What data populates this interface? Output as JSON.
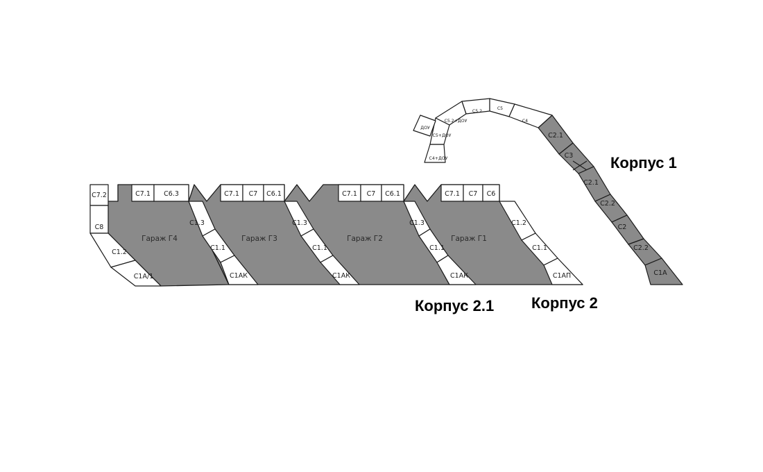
{
  "garages": {
    "g4": "Гараж Г4",
    "g3": "Гараж Г3",
    "g2": "Гараж Г2",
    "g1": "Гараж Г1"
  },
  "buildings": {
    "k1": "Корпус 1",
    "k21": "Корпус 2.1",
    "k2": "Корпус 2"
  },
  "sections": {
    "g4_top": [
      "С7.2",
      "С7.1",
      "С6.3"
    ],
    "g4_left": [
      "С8",
      "С1.2",
      "С1А/1"
    ],
    "g3_top": [
      "С7.1",
      "С7",
      "С6.1"
    ],
    "g3_diag": [
      "С1.3",
      "С1.1",
      "С1АК"
    ],
    "g2_top": [
      "С7.1",
      "С7",
      "С6.1"
    ],
    "g2_diag": [
      "С1.3",
      "С1.1",
      "С1АК"
    ],
    "g1_top": [
      "С7.1",
      "С7",
      "С6"
    ],
    "g1_diag": [
      "С1.3",
      "С1.1",
      "С1АК"
    ],
    "k2_diag": [
      "С1.2",
      "С1.1",
      "С1АП"
    ],
    "k1_tower": [
      "С2.1",
      "С3",
      "С2.1",
      "С2.2",
      "С2",
      "С2.2",
      "С1А"
    ],
    "arc": [
      "С4+ДОУ",
      "С5+ДОУ",
      "С5.2+ДОУ",
      "С5.2",
      "С5",
      "С4"
    ],
    "arc_dou": "ДОУ"
  }
}
